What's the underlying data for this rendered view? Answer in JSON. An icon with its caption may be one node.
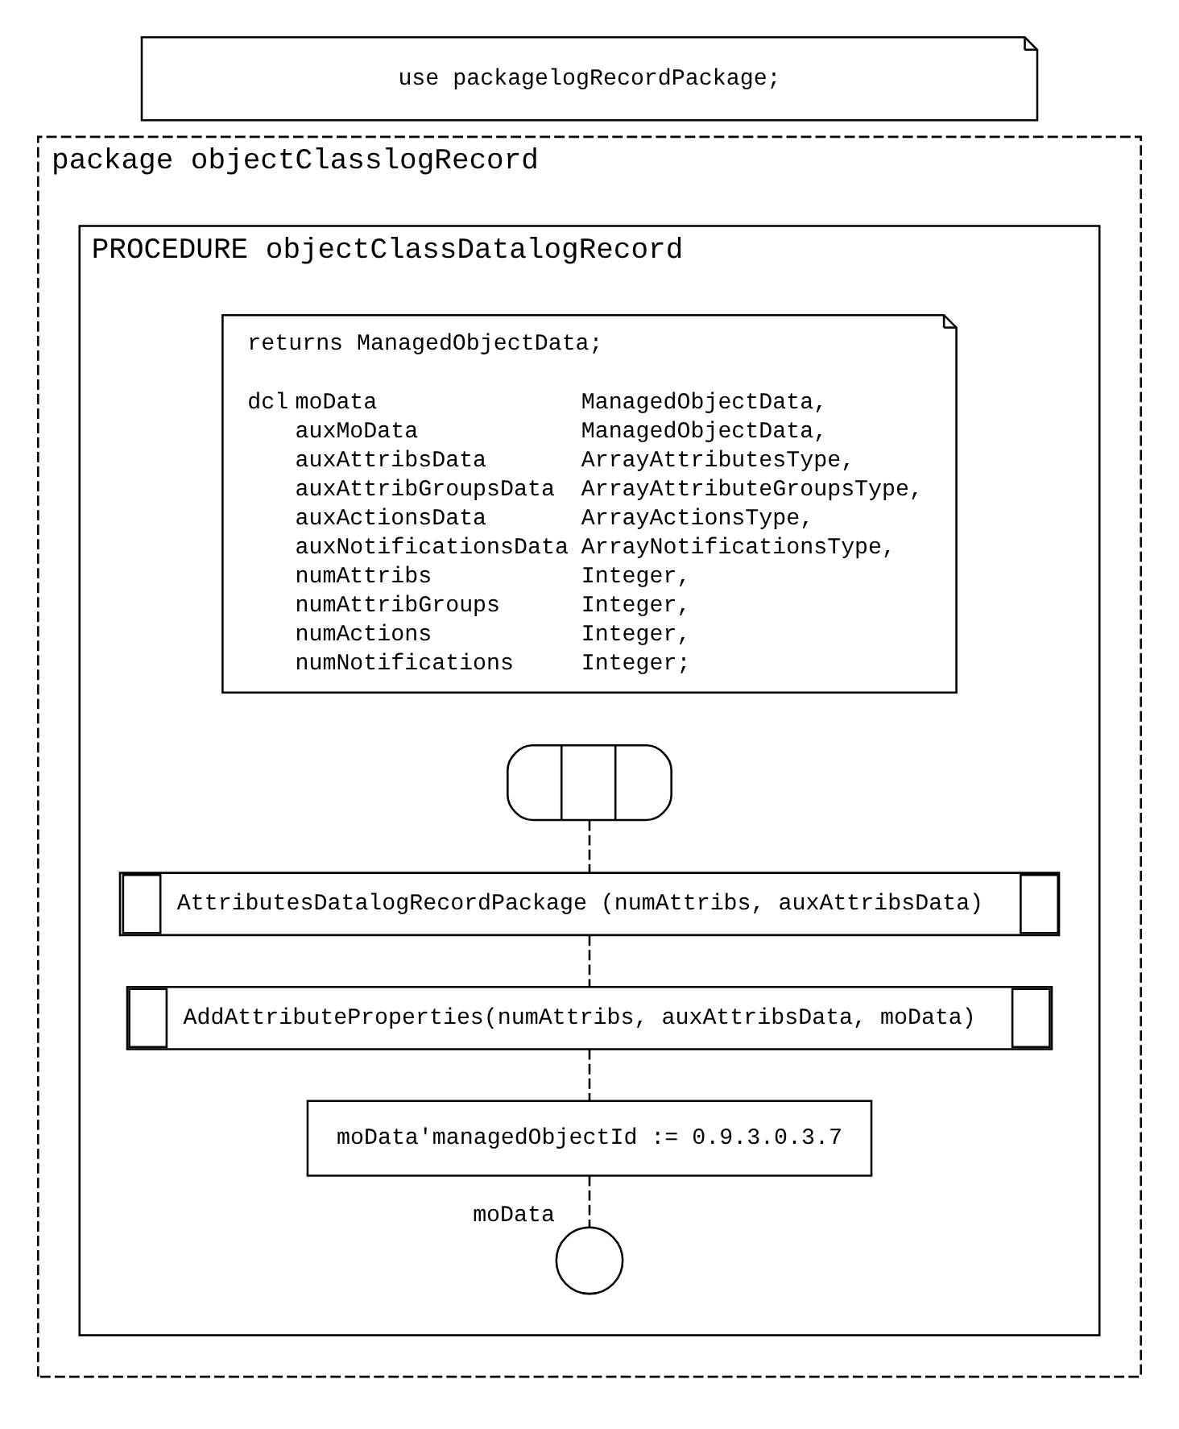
{
  "diagram": {
    "nodes": [
      {
        "text": [
          "use packagelogRecordPackage;"
        ]
      },
      {
        "text": [
          "package objectClasslogRecord"
        ]
      },
      {
        "text": [
          "PROCEDURE objectClassDatalogRecord"
        ],
        "in": 1
      },
      {
        "text": [
          "returns ManagedObjectData;",
          "dcl",
          "moData",
          "ManagedObjectData,",
          "auxMoData",
          "ManagedObjectData,",
          "auxAttribsData",
          "ArrayAttributesType,",
          "auxAttribGroupsData",
          "ArrayAttributeGroupsType,",
          "auxActionsData",
          "ArrayActionsType,",
          "auxNotificationsData",
          "ArrayNotificationsType,",
          "numAttribs",
          "Integer,",
          "numAttribGroups",
          "Integer,",
          "numActions",
          "Integer,",
          "numNotifications",
          "Integer;"
        ],
        "in": 2
      },
      {
        "text": [],
        "shape": "oval",
        "in": 2
      },
      {
        "text": [
          "AttributesDatalogRecordPackage (numAttribs, auxAttribsData)"
        ],
        "in": 2
      },
      {
        "text": [
          "AddAttributeProperties(numAttribs, auxAttribsData, moData)"
        ],
        "in": 2
      },
      {
        "text": [
          "moData'managedObjectId := 0.9.3.0.3.7"
        ],
        "in": 2
      },
      {
        "text": [],
        "shape": "circle",
        "beside": [
          "moData"
        ],
        "in": 2
      }
    ],
    "edges": [
      {
        "from": 4,
        "to": 5,
        "arrow": "none"
      },
      {
        "from": 5,
        "to": 6,
        "arrow": "none"
      },
      {
        "from": 6,
        "to": 7,
        "arrow": "none"
      },
      {
        "from": 7,
        "to": 8,
        "arrow": "none"
      }
    ]
  }
}
